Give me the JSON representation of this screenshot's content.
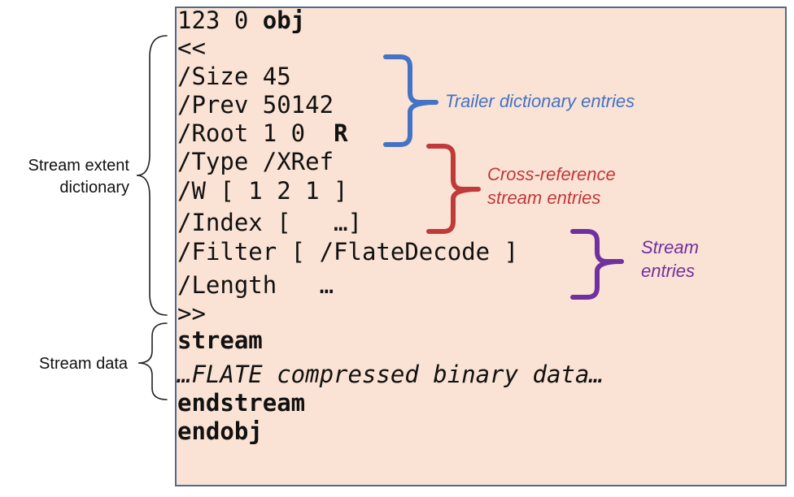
{
  "code_lines": [
    {
      "normal": "123 0 ",
      "bold": "obj"
    },
    {
      "normal": "<<"
    },
    {
      "normal": "/Size 45"
    },
    {
      "normal": "/Prev 50142"
    },
    {
      "normal": "/Root 1 0  ",
      "bold": "R"
    },
    {
      "normal": "/Type /XRef"
    },
    {
      "normal": "/W [ 1 2 1 ]"
    },
    {
      "normal": "/Index [   …]"
    },
    {
      "normal": "/Filter [ /FlateDecode ]"
    },
    {
      "normal": "/Length   …"
    },
    {
      "normal": ">>"
    },
    {
      "bold": "stream"
    },
    {
      "italic": "…FLATE compressed binary data…"
    },
    {
      "bold": "endstream"
    },
    {
      "bold": "endobj"
    }
  ],
  "annotations": {
    "trailer": {
      "text": "Trailer dictionary entries",
      "color": "#4472c4"
    },
    "xref": {
      "line1": "Cross-reference",
      "line2": "stream entries",
      "color": "#c0393b"
    },
    "stream": {
      "line1": "Stream",
      "line2": "entries",
      "color": "#7030a0"
    }
  },
  "side_labels": {
    "dictionary": {
      "line1": "Stream extent",
      "line2": "dictionary"
    },
    "data": {
      "text": "Stream data"
    }
  }
}
